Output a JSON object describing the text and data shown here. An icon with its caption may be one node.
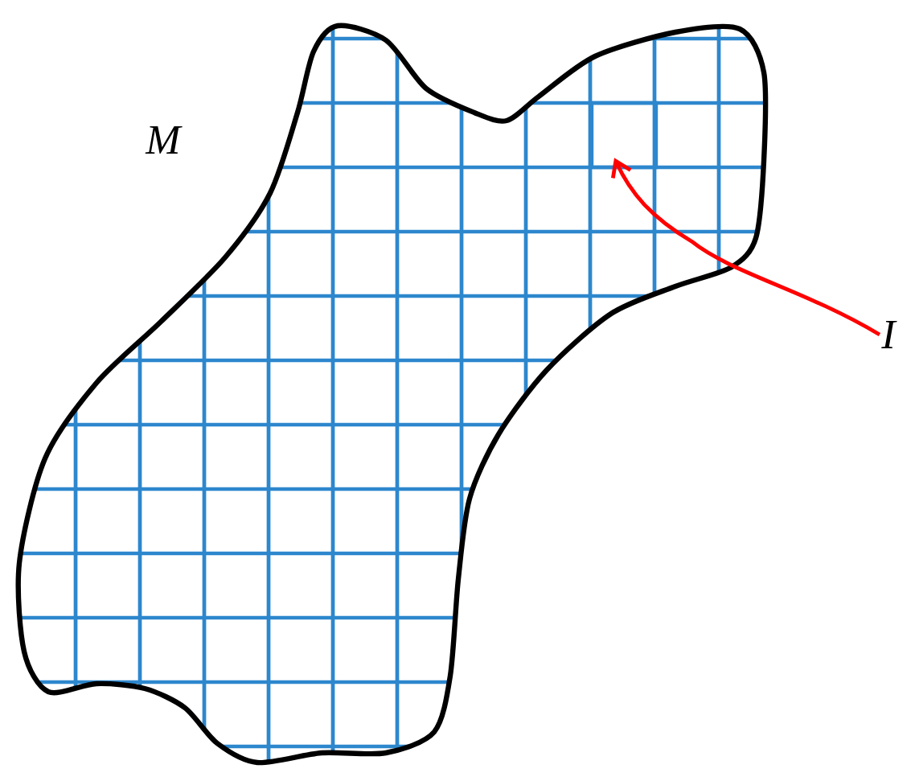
{
  "diagram": {
    "nodes": [
      {
        "text": [
          "*I*"
        ]
      },
      {
        "text": [],
        "shape": "box"
      }
    ],
    "edges": [
      {
        "from": 0,
        "to": 1,
        "arrow": "to",
        "color": "#ff0000"
      }
    ],
    "labels": [
      "*M*"
    ]
  }
}
